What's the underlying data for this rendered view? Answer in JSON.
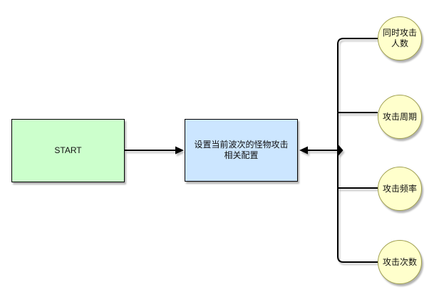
{
  "diagram": {
    "start_node": {
      "label": "START"
    },
    "config_node": {
      "label": "设置当前波次的怪物攻击相关配置"
    },
    "leaf_nodes": [
      {
        "label": "同时攻击人数"
      },
      {
        "label": "攻击周期"
      },
      {
        "label": "攻击频率"
      },
      {
        "label": "攻击次数"
      }
    ],
    "colors": {
      "start_fill": "#ccffcc",
      "config_fill": "#cce6ff",
      "leaf_fill": "#ffffcc",
      "leaf_border": "#a0a050",
      "node_border": "#000000",
      "edge": "#000000"
    }
  }
}
